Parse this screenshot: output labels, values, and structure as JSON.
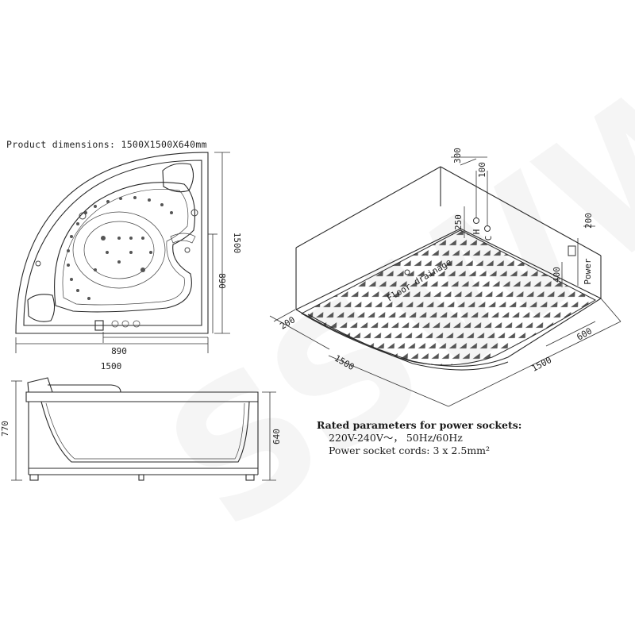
{
  "product": {
    "dimensions_text": "Product dimensions: 1500X1500X640mm"
  },
  "top_view": {
    "dim_width": "1500",
    "dim_height": "1500",
    "dim_inner_width": "890",
    "dim_inner_height": "890"
  },
  "side_view": {
    "dim_total_height": "770",
    "dim_tub_height": "640"
  },
  "room_view": {
    "dim_300": "300",
    "dim_100": "100",
    "dim_250": "250",
    "label_h": "H",
    "label_c": "C",
    "dim_200_top": "200",
    "dim_400": "400",
    "label_power": "Power",
    "floor_drainage": "Floor drainage",
    "dim_200_left": "200",
    "dim_1500_left": "1500",
    "dim_1500_right": "1500",
    "dim_600": "600"
  },
  "power_specs": {
    "title": "Rated parameters for power sockets:",
    "voltage": "220V-240V～， 50Hz/60Hz",
    "cords": "Power socket cords: 3 x 2.5mm²"
  },
  "colors": {
    "line": "#2a2a2a",
    "background": "#ffffff"
  }
}
